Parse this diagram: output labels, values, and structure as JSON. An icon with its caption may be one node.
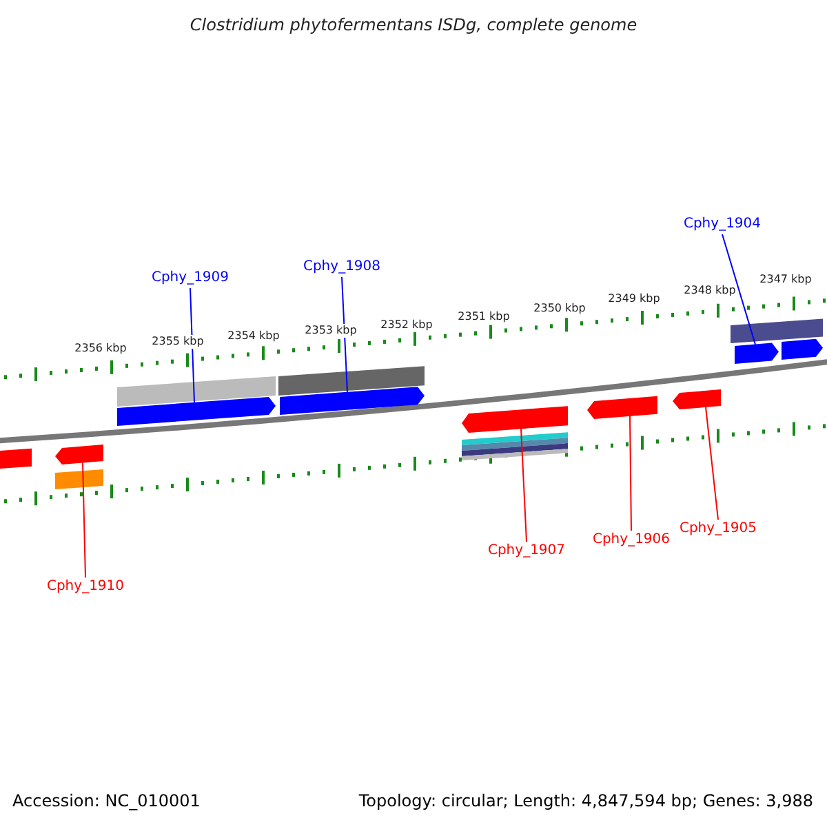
{
  "diagram": {
    "title": "Clostridium phytofermentans ISDg, complete genome",
    "nodes": [
      {
        "text": [
          "Cphy_1909"
        ]
      },
      {
        "text": [
          "Cphy_1908"
        ]
      },
      {
        "text": [
          "Cphy_1904"
        ]
      },
      {
        "text": [
          "Cphy_1910"
        ]
      },
      {
        "text": [
          "Cphy_1907"
        ]
      },
      {
        "text": [
          "Cphy_1906"
        ]
      },
      {
        "text": [
          "Cphy_1905"
        ]
      },
      {
        "text": [],
        "shape": "bar"
      },
      {
        "text": [],
        "shape": "bar"
      },
      {
        "text": [],
        "shape": "bar"
      },
      {
        "text": [],
        "shape": "bar"
      },
      {
        "text": [],
        "shape": "bar"
      },
      {
        "text": [],
        "shape": "bar"
      },
      {
        "text": [],
        "shape": "bar"
      },
      {
        "text": [],
        "shape": "bar"
      },
      {
        "text": [],
        "shape": "bar"
      },
      {
        "text": [],
        "shape": "bar"
      },
      {
        "text": [],
        "shape": "bar"
      },
      {
        "text": [],
        "shape": "bar"
      },
      {
        "text": [],
        "shape": "bar"
      },
      {
        "text": [],
        "shape": "bar"
      }
    ],
    "edges": [
      {
        "from": 0,
        "to": 9,
        "arrow": "none",
        "color": "#0000ff"
      },
      {
        "from": 1,
        "to": 10,
        "arrow": "none",
        "color": "#0000ff"
      },
      {
        "from": 2,
        "to": 14,
        "arrow": "none",
        "color": "#0000ff"
      },
      {
        "from": 3,
        "to": 8,
        "arrow": "none"
      },
      {
        "from": 4,
        "to": 11,
        "arrow": "none"
      },
      {
        "from": 5,
        "to": 12,
        "arrow": "none"
      },
      {
        "from": 6,
        "to": 13,
        "arrow": "none"
      }
    ],
    "labels": [
      "2356 kbp",
      "2355 kbp",
      "2354 kbp",
      "2353 kbp",
      "2352 kbp",
      "2351 kbp",
      "2350 kbp",
      "2349 kbp",
      "2348 kbp",
      "2347 kbp",
      "Accession: NC_010001",
      "Topology: circular; Length: 4,847,594 bp; Genes: 3,988"
    ]
  }
}
